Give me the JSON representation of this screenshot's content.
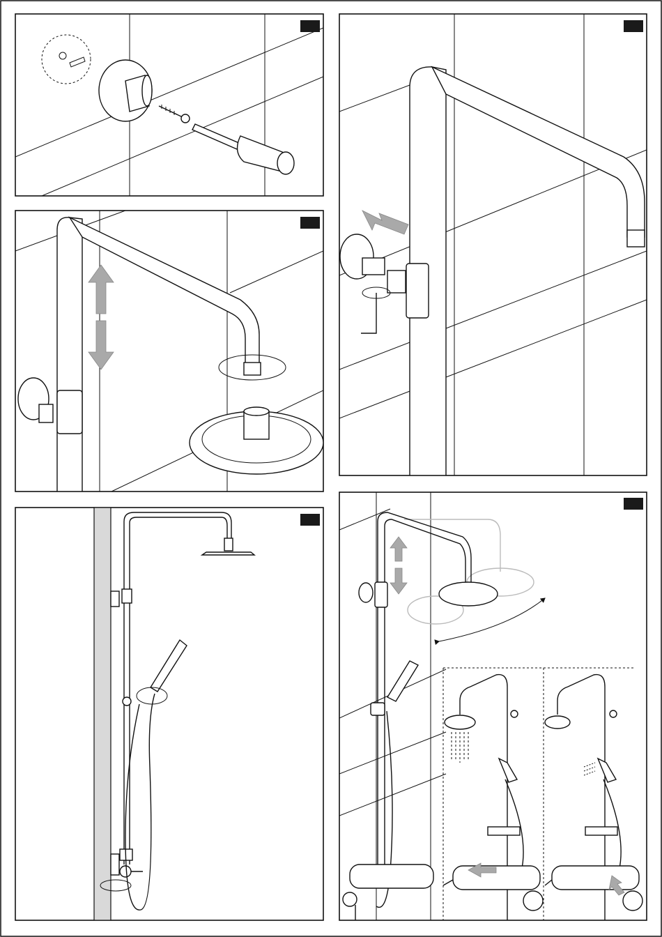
{
  "panels": [
    {
      "id": "panel-1",
      "step_badge": ""
    },
    {
      "id": "panel-2",
      "step_badge": ""
    },
    {
      "id": "panel-3",
      "step_badge": ""
    },
    {
      "id": "panel-4",
      "step_badge": ""
    },
    {
      "id": "panel-5",
      "step_badge": ""
    }
  ],
  "colors": {
    "badge": "#1a1a1a",
    "arrow_fill": "#a9a9a9",
    "wall": "#d9d9d9",
    "ghost": "#bbbbbb"
  },
  "icons": [
    "screw-icon",
    "screwdriver-icon",
    "allen-key-icon",
    "rotate-arrow-icon",
    "up-down-arrow-icon",
    "push-arrow-icon"
  ]
}
